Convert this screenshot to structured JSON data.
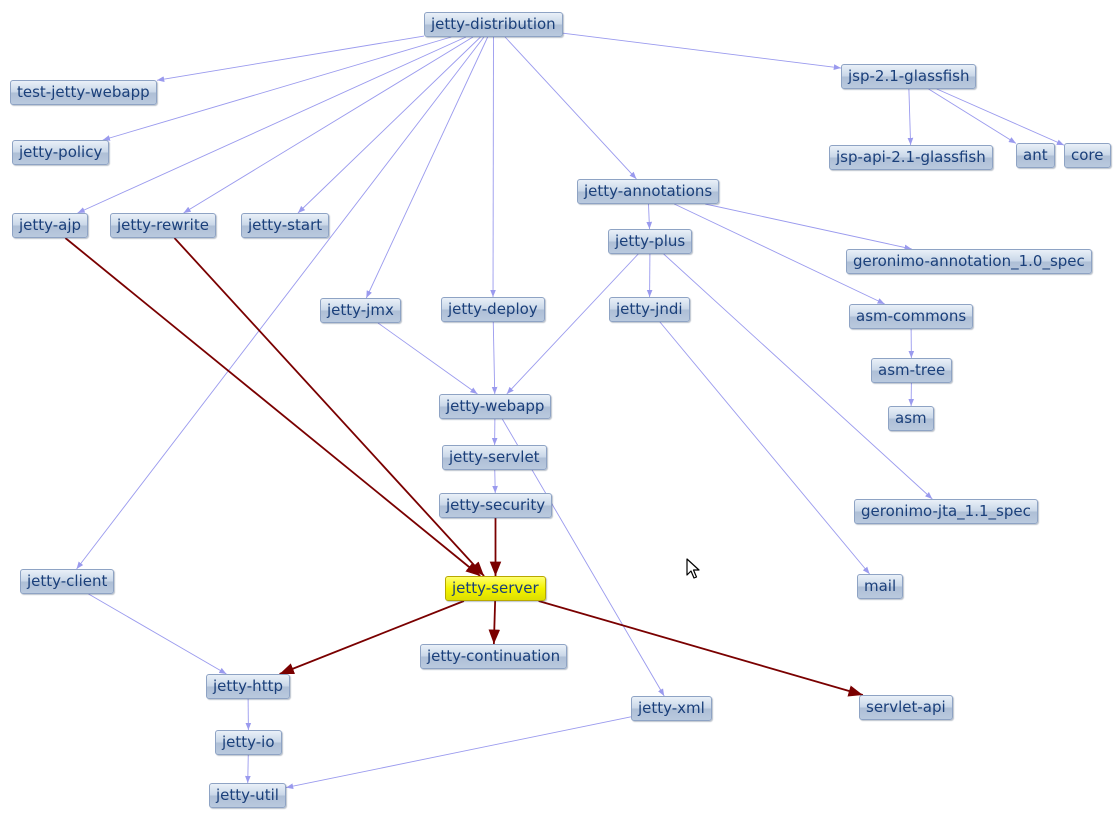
{
  "graph": {
    "nodes": [
      {
        "id": "jetty-distribution",
        "label": "jetty-distribution"
      },
      {
        "id": "test-jetty-webapp",
        "label": "test-jetty-webapp"
      },
      {
        "id": "jetty-policy",
        "label": "jetty-policy"
      },
      {
        "id": "jetty-ajp",
        "label": "jetty-ajp"
      },
      {
        "id": "jetty-rewrite",
        "label": "jetty-rewrite"
      },
      {
        "id": "jetty-start",
        "label": "jetty-start"
      },
      {
        "id": "jetty-jmx",
        "label": "jetty-jmx"
      },
      {
        "id": "jetty-deploy",
        "label": "jetty-deploy"
      },
      {
        "id": "jsp-2.1-glassfish",
        "label": "jsp-2.1-glassfish"
      },
      {
        "id": "jsp-api-2.1-glassfish",
        "label": "jsp-api-2.1-glassfish"
      },
      {
        "id": "ant",
        "label": "ant"
      },
      {
        "id": "core",
        "label": "core"
      },
      {
        "id": "jetty-annotations",
        "label": "jetty-annotations"
      },
      {
        "id": "jetty-plus",
        "label": "jetty-plus"
      },
      {
        "id": "jetty-jndi",
        "label": "jetty-jndi"
      },
      {
        "id": "geronimo-annotation_1.0_spec",
        "label": "geronimo-annotation_1.0_spec"
      },
      {
        "id": "asm-commons",
        "label": "asm-commons"
      },
      {
        "id": "asm-tree",
        "label": "asm-tree"
      },
      {
        "id": "asm",
        "label": "asm"
      },
      {
        "id": "jetty-webapp",
        "label": "jetty-webapp"
      },
      {
        "id": "jetty-servlet",
        "label": "jetty-servlet"
      },
      {
        "id": "jetty-security",
        "label": "jetty-security"
      },
      {
        "id": "geronimo-jta_1.1_spec",
        "label": "geronimo-jta_1.1_spec"
      },
      {
        "id": "jetty-client",
        "label": "jetty-client"
      },
      {
        "id": "jetty-server",
        "label": "jetty-server",
        "selected": true
      },
      {
        "id": "mail",
        "label": "mail"
      },
      {
        "id": "jetty-continuation",
        "label": "jetty-continuation"
      },
      {
        "id": "jetty-http",
        "label": "jetty-http"
      },
      {
        "id": "jetty-xml",
        "label": "jetty-xml"
      },
      {
        "id": "servlet-api",
        "label": "servlet-api"
      },
      {
        "id": "jetty-io",
        "label": "jetty-io"
      },
      {
        "id": "jetty-util",
        "label": "jetty-util"
      }
    ],
    "edges": [
      {
        "from": "jetty-distribution",
        "to": "test-jetty-webapp"
      },
      {
        "from": "jetty-distribution",
        "to": "jetty-policy"
      },
      {
        "from": "jetty-distribution",
        "to": "jetty-ajp"
      },
      {
        "from": "jetty-distribution",
        "to": "jetty-rewrite"
      },
      {
        "from": "jetty-distribution",
        "to": "jetty-start"
      },
      {
        "from": "jetty-distribution",
        "to": "jetty-jmx"
      },
      {
        "from": "jetty-distribution",
        "to": "jetty-deploy"
      },
      {
        "from": "jetty-distribution",
        "to": "jetty-client"
      },
      {
        "from": "jetty-distribution",
        "to": "jetty-annotations"
      },
      {
        "from": "jetty-distribution",
        "to": "jsp-2.1-glassfish"
      },
      {
        "from": "jsp-2.1-glassfish",
        "to": "jsp-api-2.1-glassfish"
      },
      {
        "from": "jsp-2.1-glassfish",
        "to": "ant"
      },
      {
        "from": "jsp-2.1-glassfish",
        "to": "core"
      },
      {
        "from": "jetty-annotations",
        "to": "jetty-plus"
      },
      {
        "from": "jetty-annotations",
        "to": "geronimo-annotation_1.0_spec"
      },
      {
        "from": "jetty-annotations",
        "to": "asm-commons"
      },
      {
        "from": "asm-commons",
        "to": "asm-tree"
      },
      {
        "from": "asm-tree",
        "to": "asm"
      },
      {
        "from": "jetty-plus",
        "to": "jetty-jndi"
      },
      {
        "from": "jetty-plus",
        "to": "jetty-webapp"
      },
      {
        "from": "jetty-plus",
        "to": "geronimo-jta_1.1_spec"
      },
      {
        "from": "jetty-jndi",
        "to": "mail"
      },
      {
        "from": "jetty-jmx",
        "to": "jetty-webapp"
      },
      {
        "from": "jetty-deploy",
        "to": "jetty-webapp"
      },
      {
        "from": "jetty-webapp",
        "to": "jetty-servlet"
      },
      {
        "from": "jetty-webapp",
        "to": "jetty-xml"
      },
      {
        "from": "jetty-servlet",
        "to": "jetty-security"
      },
      {
        "from": "jetty-security",
        "to": "jetty-server",
        "highlight": true
      },
      {
        "from": "jetty-ajp",
        "to": "jetty-server",
        "highlight": true
      },
      {
        "from": "jetty-rewrite",
        "to": "jetty-server",
        "highlight": true
      },
      {
        "from": "jetty-server",
        "to": "jetty-http",
        "highlight": true
      },
      {
        "from": "jetty-server",
        "to": "jetty-continuation",
        "highlight": true
      },
      {
        "from": "jetty-server",
        "to": "servlet-api",
        "highlight": true
      },
      {
        "from": "jetty-client",
        "to": "jetty-http"
      },
      {
        "from": "jetty-http",
        "to": "jetty-io"
      },
      {
        "from": "jetty-io",
        "to": "jetty-util"
      },
      {
        "from": "jetty-xml",
        "to": "jetty-util"
      }
    ]
  },
  "colors": {
    "edge": "#9a9aee",
    "edge_highlight": "#7a0000",
    "node_text": "#1a3f7a",
    "selected_fill": "#f3f300"
  },
  "cursor": {
    "icon": "arrow-cursor-icon"
  }
}
